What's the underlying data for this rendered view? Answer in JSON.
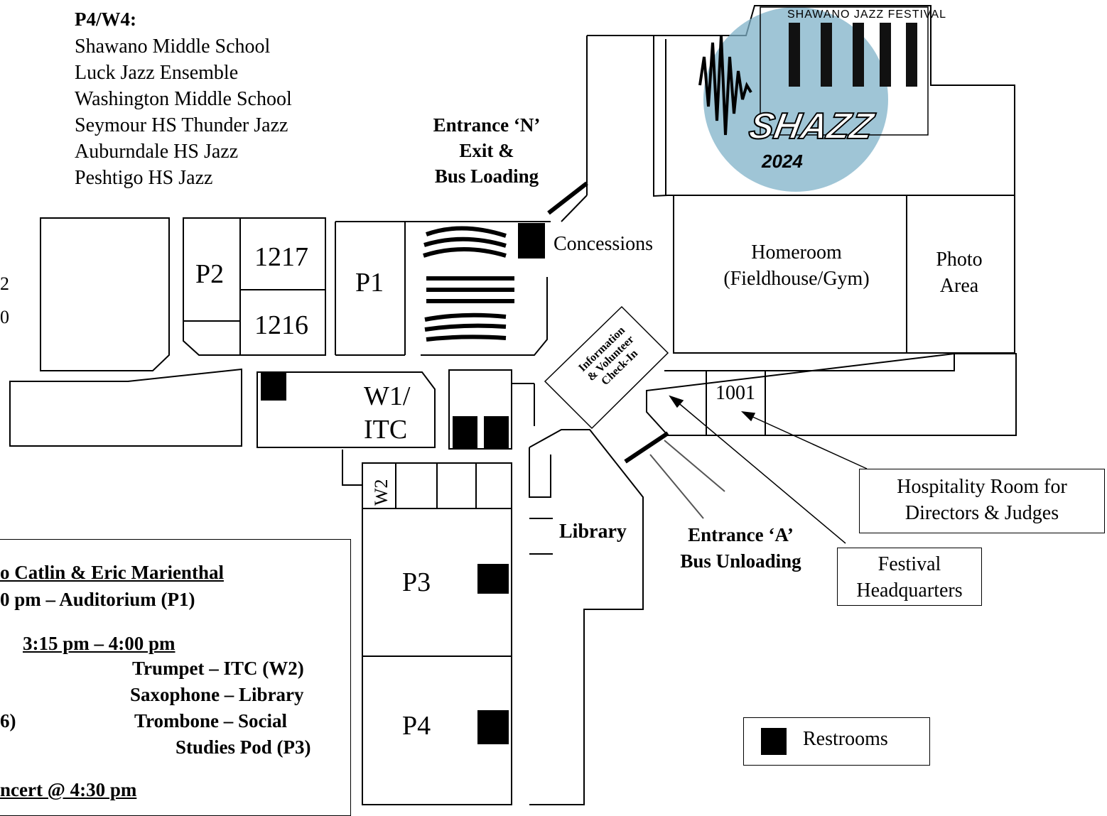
{
  "p4w4": {
    "heading": "P4/W4:",
    "bands": [
      "Shawano Middle School",
      "Luck Jazz Ensemble",
      "Washington Middle School",
      "Seymour HS Thunder Jazz",
      "Auburndale HS Jazz",
      "Peshtigo HS Jazz"
    ]
  },
  "left_edge_fragments": [
    "2",
    "0"
  ],
  "entrance_n": [
    "Entrance ‘N’",
    "Exit &",
    "Bus Loading"
  ],
  "entrance_a": [
    "Entrance ‘A’",
    "Bus Unloading"
  ],
  "rooms": {
    "p2": "P2",
    "r1217": "1217",
    "r1216": "1216",
    "p1": "P1",
    "w1": "W1/",
    "itc": "ITC",
    "w2": "W2",
    "p3": "P3",
    "p4": "P4",
    "r1001": "1001",
    "library": "Library",
    "concessions": "Concessions",
    "homeroom": [
      "Homeroom",
      "(Fieldhouse/Gym)"
    ],
    "photo": [
      "Photo",
      "Area"
    ]
  },
  "info_diamond": [
    "Information",
    "& Volunteer",
    "Check-In"
  ],
  "callouts": {
    "hospitality": [
      "Hospitality Room for",
      "Directors & Judges"
    ],
    "headquarters": [
      "Festival",
      "Headquarters"
    ]
  },
  "legend": {
    "label": "Restrooms"
  },
  "logo": {
    "top_text": "SHAWANO JAZZ FESTIVAL",
    "name": "SHAZZ",
    "year": "2024"
  },
  "schedule": {
    "line1": "o Catlin & Eric Marienthal",
    "line2": "0 pm – Auditorium (P1)",
    "line3": "3:15 pm – 4:00 pm",
    "trumpet": "Trumpet – ITC (W2)",
    "saxophone": "Saxophone – Library",
    "num6": "6)",
    "trombone": "Trombone – Social",
    "studies": "Studies Pod (P3)",
    "concert": "ncert @ 4:30 pm"
  },
  "colors": {
    "logo_circle": "#7fb1c8",
    "ink": "#000000"
  }
}
